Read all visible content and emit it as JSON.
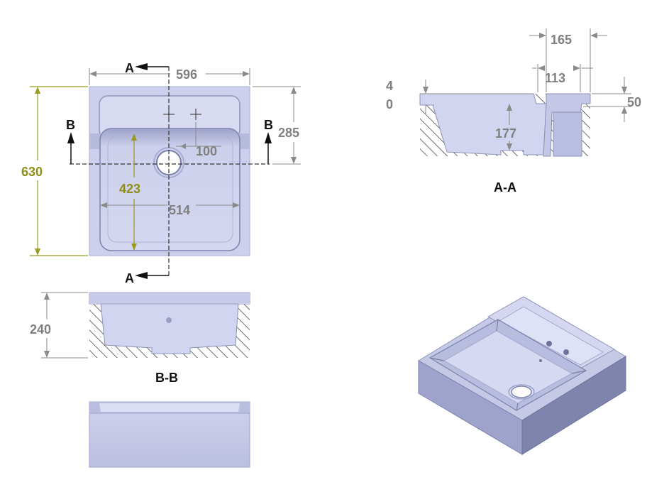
{
  "top_view": {
    "width": "596",
    "depth": "630",
    "rear_depth": "285",
    "bowl_depth": "423",
    "bowl_width": "514",
    "drain": "100",
    "cut_a": "A",
    "cut_b": "B"
  },
  "section_aa": {
    "label": "A-A",
    "dim_165": "165",
    "dim_113": "113",
    "dim_4": "4",
    "dim_0": "0",
    "dim_50": "50",
    "dim_177": "177"
  },
  "section_bb": {
    "label": "B-B",
    "height": "240"
  },
  "colors": {
    "body": "#c9cce8",
    "face": "#b3b7d9",
    "shadow": "#8c91b8",
    "dim": "#808080",
    "olive": "#8e8e1a"
  }
}
